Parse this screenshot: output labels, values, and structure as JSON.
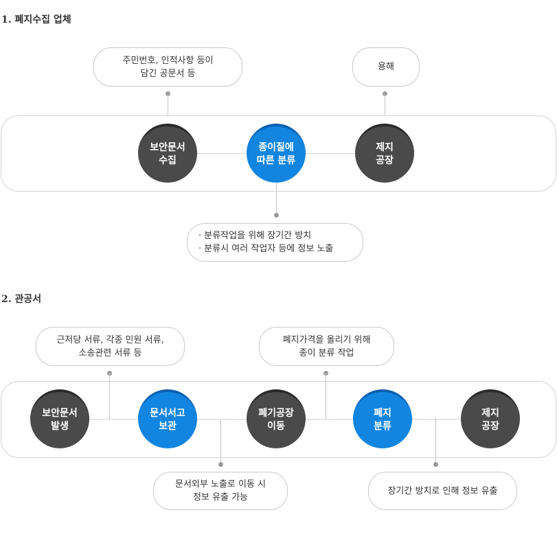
{
  "section1": {
    "title": "1. 폐지수집 업체",
    "note_top_left": [
      "주민번호, 인적사항 등이",
      "담긴 공문서 등"
    ],
    "note_top_right": [
      "용해"
    ],
    "note_bottom": [
      "· 분류작업을 위해 장기간 방치",
      "· 분류시 여러 작업자 등에 정보 노출"
    ],
    "nodes": [
      {
        "lines": [
          "보안문서",
          "수집"
        ],
        "color": "dark"
      },
      {
        "lines": [
          "종이질에",
          "따른 분류"
        ],
        "color": "blue"
      },
      {
        "lines": [
          "제지",
          "공장"
        ],
        "color": "dark"
      }
    ]
  },
  "section2": {
    "title": "2. 관공서",
    "note_top_left": [
      "근저당 서류, 각종 민원 서류,",
      "소송관련 서류 등"
    ],
    "note_top_right": [
      "폐지가격을 올리기 위해",
      "종이 분류 작업"
    ],
    "note_bottom_left": [
      "문서외부 노출로 이동 시",
      "정보 유출 가능"
    ],
    "note_bottom_right": [
      "장기간 방치로 인해 정보 유출"
    ],
    "nodes": [
      {
        "lines": [
          "보안문서",
          "발생"
        ],
        "color": "dark"
      },
      {
        "lines": [
          "문서서고",
          "보관"
        ],
        "color": "blue"
      },
      {
        "lines": [
          "폐기공장",
          "이동"
        ],
        "color": "dark"
      },
      {
        "lines": [
          "폐지",
          "분류"
        ],
        "color": "blue"
      },
      {
        "lines": [
          "제지",
          "공장"
        ],
        "color": "dark"
      }
    ]
  },
  "colors": {
    "dark_node": "#4a4a4a",
    "blue_node": "#1285e0",
    "band_border": "#d2d2d2"
  }
}
